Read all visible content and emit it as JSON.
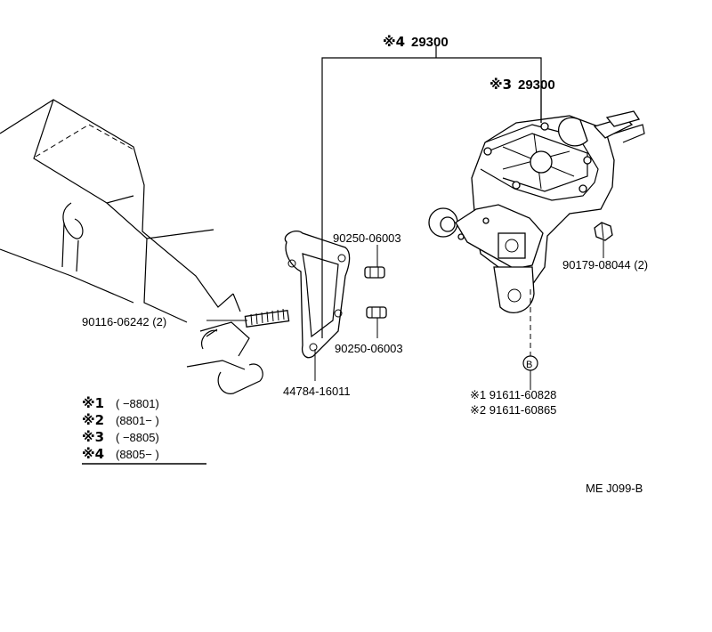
{
  "assembly": {
    "all": {
      "mark": "※4",
      "part_no": "29300"
    },
    "pump": {
      "mark": "※3",
      "part_no": "29300"
    }
  },
  "callouts": {
    "union_upper": "90250-06003",
    "union_lower": "90250-06003",
    "stud": "90116-06242 (2)",
    "gasket": "44784-16011",
    "nut": "90179-08044 (2)",
    "ref_circle": "B",
    "hose_1": "※1 91611-60828",
    "hose_2": "※2 91611-60865"
  },
  "legend": [
    {
      "mark": "※1",
      "range": "(         −8801)"
    },
    {
      "mark": "※2",
      "range": "(8801−         )"
    },
    {
      "mark": "※3",
      "range": "(         −8805)"
    },
    {
      "mark": "※4",
      "range": "(8805−         )"
    }
  ],
  "diagram_code": "ME  J099-B"
}
